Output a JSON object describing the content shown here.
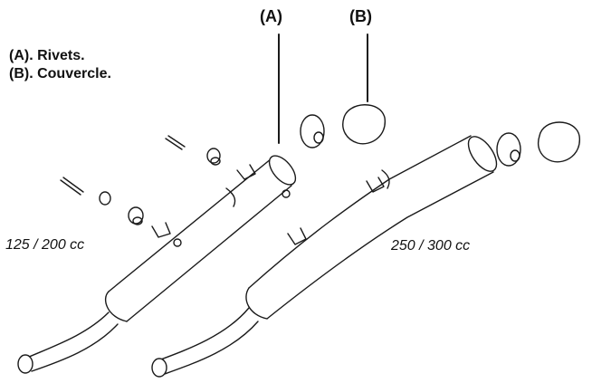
{
  "callouts": {
    "a": "(A)",
    "b": "(B)"
  },
  "legend": {
    "line_a": "(A). Rivets.",
    "line_b": "(B). Couvercle."
  },
  "models": {
    "small": "125 / 200 cc",
    "large": "250 / 300 cc"
  }
}
